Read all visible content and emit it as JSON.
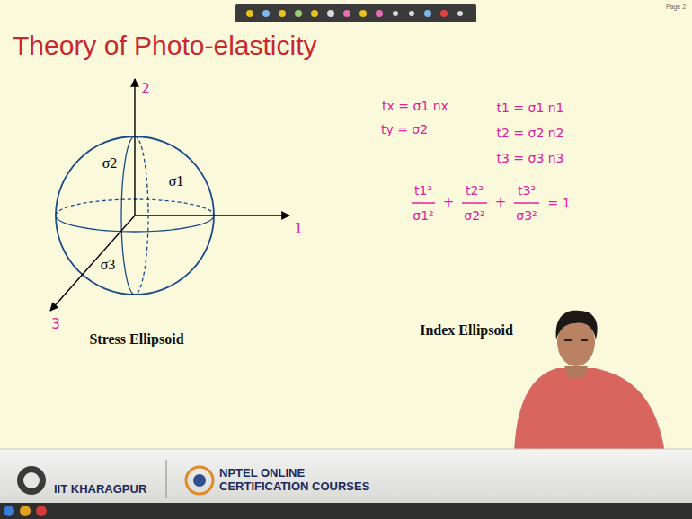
{
  "diagram": {
    "title": "Theory of Photo-elasticity",
    "labels": [
      "2",
      "σ2",
      "σ1",
      "1",
      "σ3",
      "3",
      "tx = σ1 nx",
      "ty = σ2",
      "t1 = σ1 n1",
      "t2 = σ2 n2",
      "t3 = σ3 n3",
      "t1²",
      "σ1²",
      "+",
      "t2²",
      "σ2²",
      "+",
      "t3²",
      "σ3²",
      "= 1",
      "Stress Ellipsoid",
      "Index Ellipsoid",
      "IIT KHARAGPUR",
      "NPTEL ONLINE CERTIFICATION COURSES",
      "Page 2"
    ]
  }
}
